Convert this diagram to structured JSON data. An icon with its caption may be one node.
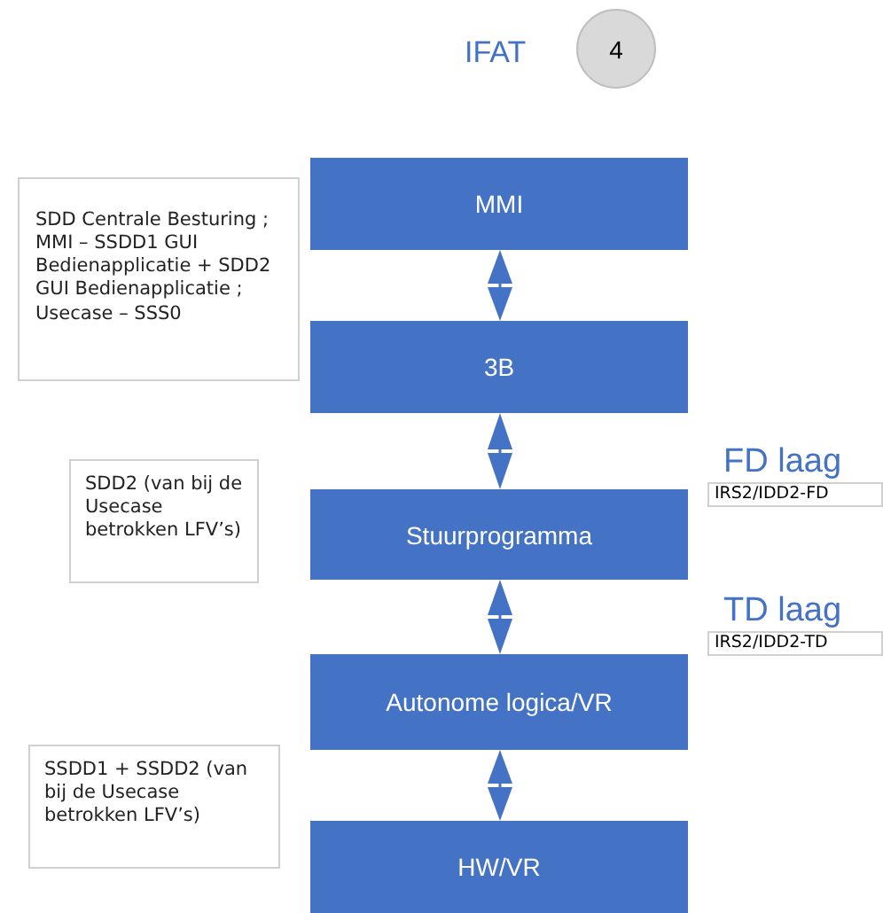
{
  "diagram": {
    "title": "IFAT",
    "nodes": [
      {
        "text": [
          "MMI"
        ]
      },
      {
        "text": [
          "3B"
        ]
      },
      {
        "text": [
          "Stuurprogramma"
        ]
      },
      {
        "text": [
          "Autonome logica/VR"
        ]
      },
      {
        "text": [
          "HW/VR"
        ]
      },
      {
        "text": [
          "4"
        ]
      },
      {
        "text": [
          "SDD Centrale Besturing ; MMI – SSDD1 GUI Bedienapplicatie + SDD2 GUI Bedienapplicatie ; Usecase – SSS0"
        ]
      },
      {
        "text": [
          "SDD2 (van bij de Usecase betrokken LFV’s)"
        ]
      },
      {
        "text": [
          "SSDD1 + SSDD2 (van bij de Usecase betrokken LFV’s)"
        ]
      },
      {
        "text": [
          "FD laag",
          "IRS2/IDD2-FD"
        ]
      },
      {
        "text": [
          "TD laag",
          "IRS2/IDD2-TD"
        ]
      }
    ],
    "edges": [
      {
        "from": 0,
        "to": 1,
        "arrow": "both"
      },
      {
        "from": 1,
        "to": 2,
        "arrow": "both"
      },
      {
        "from": 2,
        "to": 3,
        "arrow": "both"
      },
      {
        "from": 3,
        "to": 4,
        "arrow": "both"
      }
    ]
  }
}
